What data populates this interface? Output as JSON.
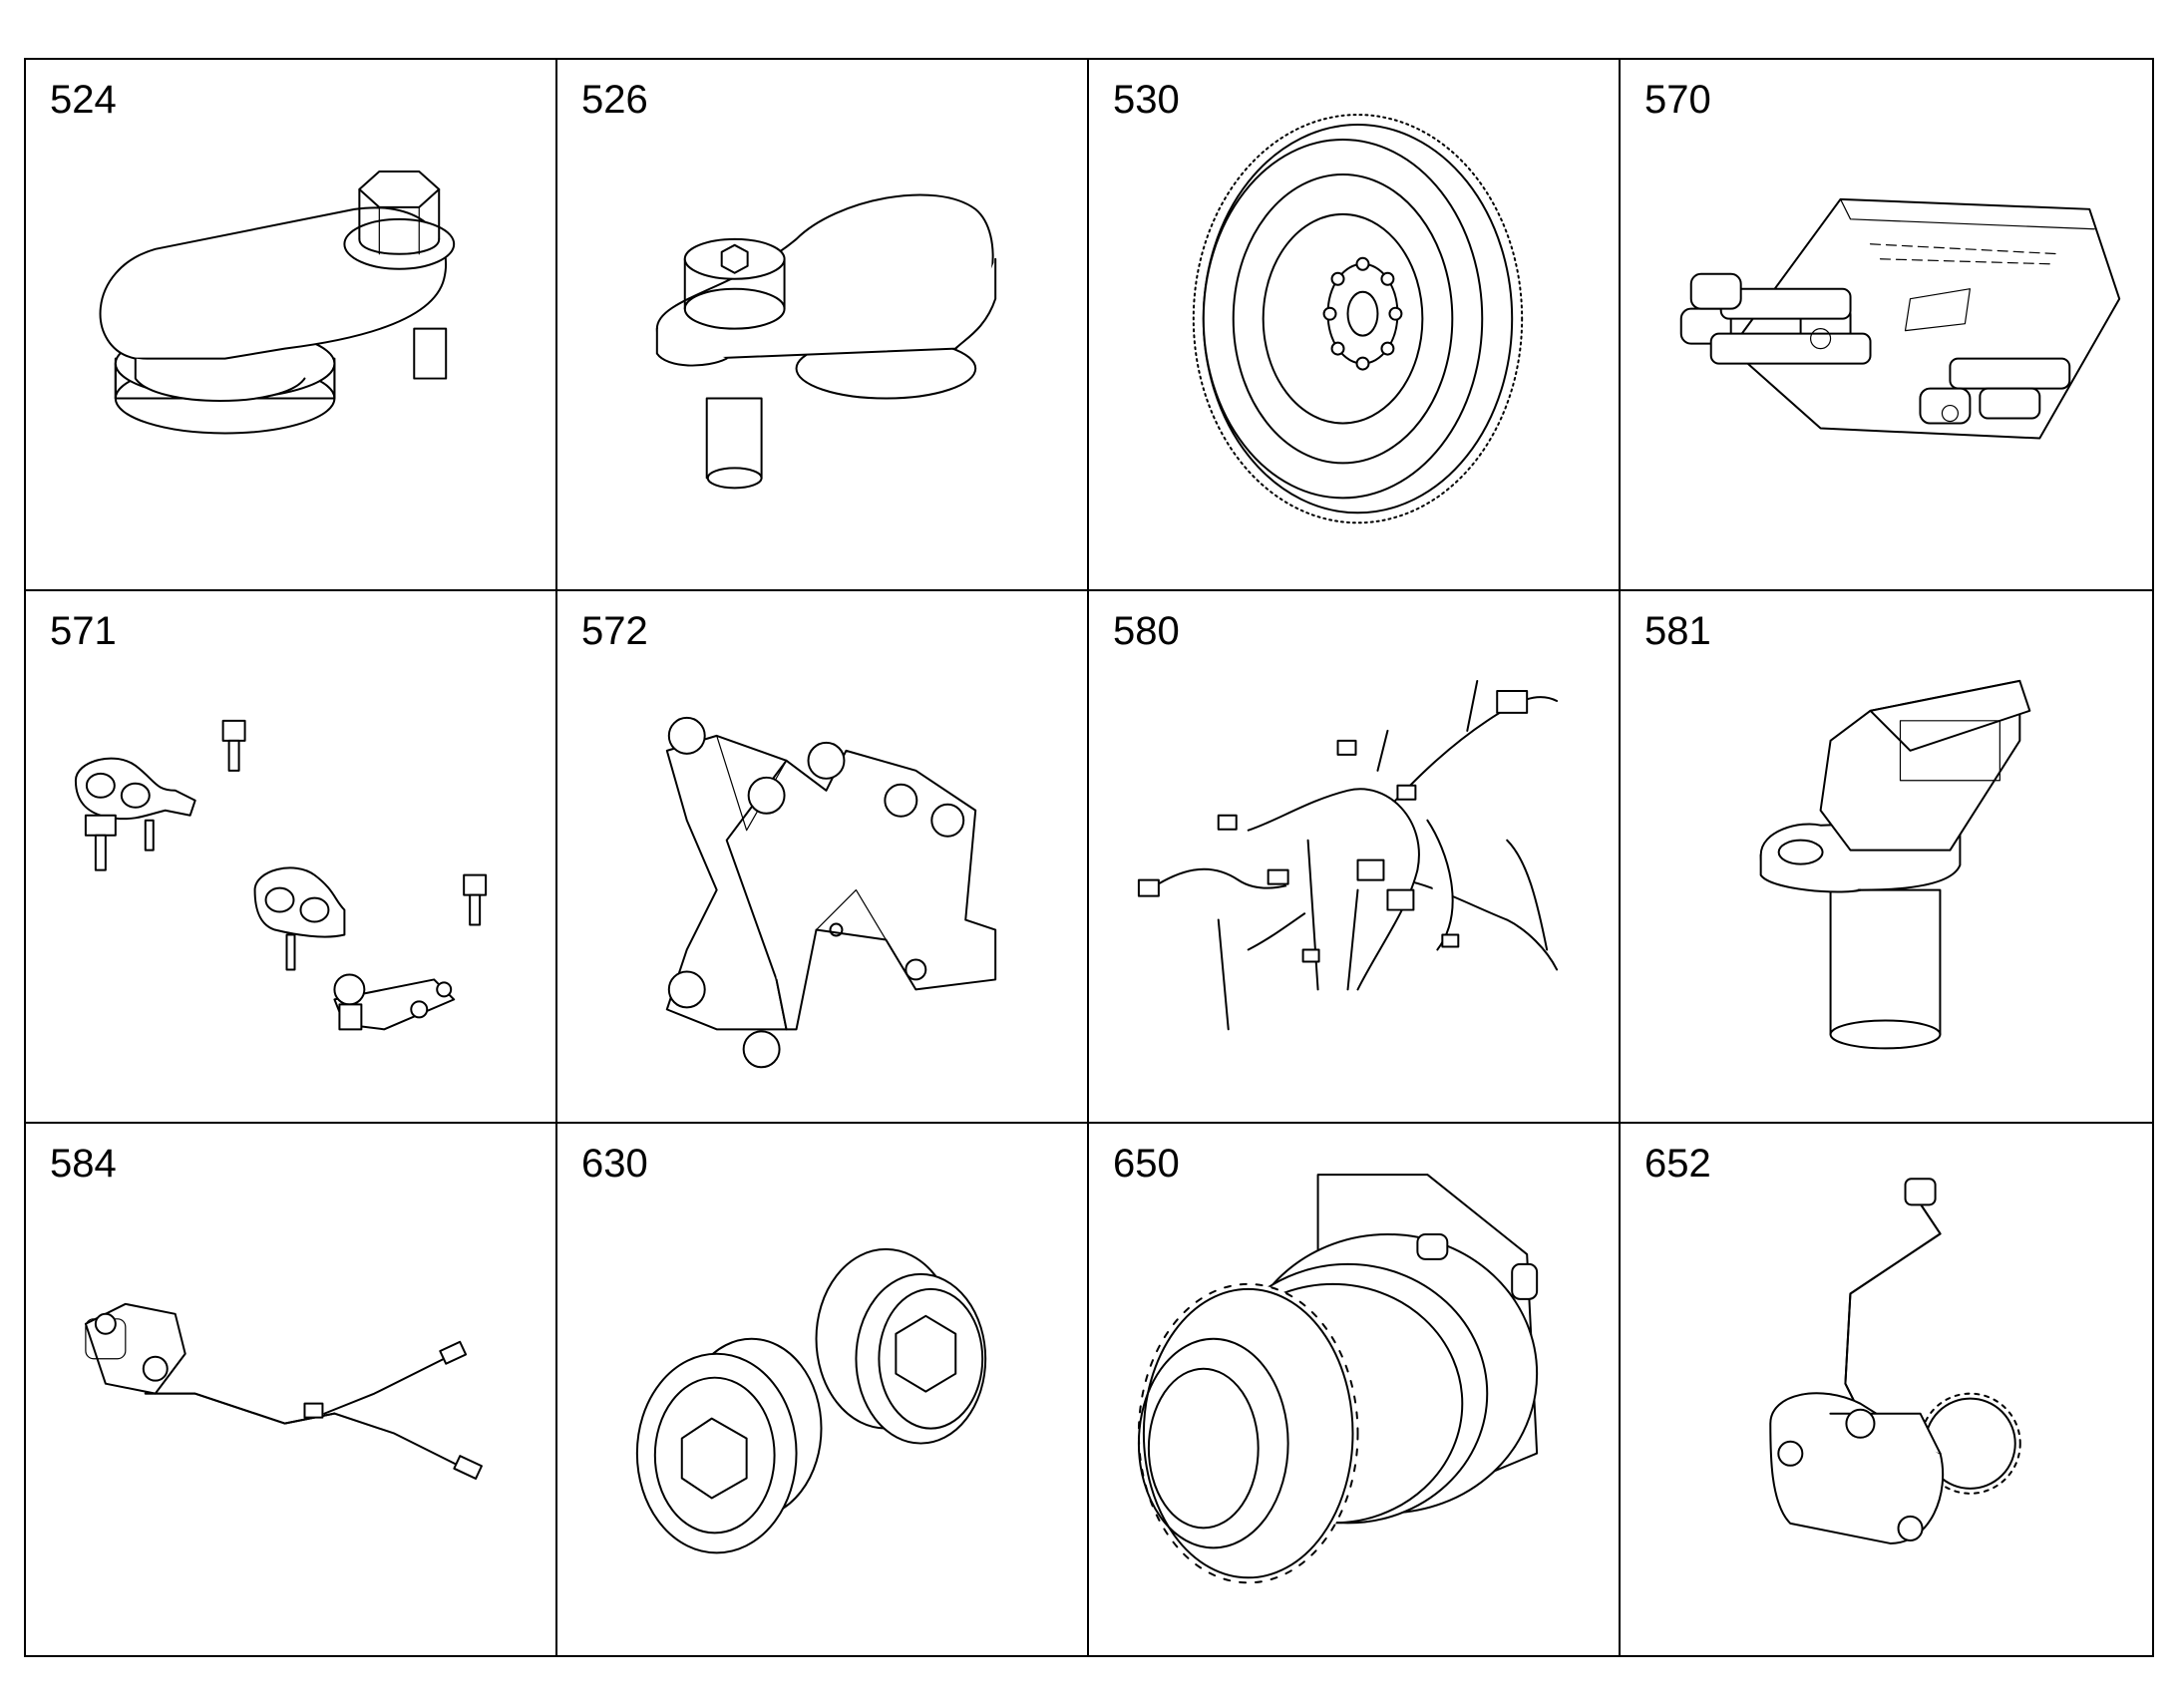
{
  "parts": [
    {
      "number": "524",
      "icon": "sensor-bracket-with-hex-bolt-icon"
    },
    {
      "number": "526",
      "icon": "bracket-with-socket-head-bolt-icon"
    },
    {
      "number": "530",
      "icon": "flywheel-ring-gear-icon"
    },
    {
      "number": "570",
      "icon": "valve-body-solenoids-icon"
    },
    {
      "number": "571",
      "icon": "clamps-and-bolts-kit-icon"
    },
    {
      "number": "572",
      "icon": "mounting-bracket-icon"
    },
    {
      "number": "580",
      "icon": "wiring-harness-icon"
    },
    {
      "number": "581",
      "icon": "speed-sensor-icon"
    },
    {
      "number": "584",
      "icon": "sensor-with-cable-icon"
    },
    {
      "number": "630",
      "icon": "hex-plugs-icon"
    },
    {
      "number": "650",
      "icon": "gear-drive-assembly-icon"
    },
    {
      "number": "652",
      "icon": "pump-with-line-icon"
    }
  ]
}
